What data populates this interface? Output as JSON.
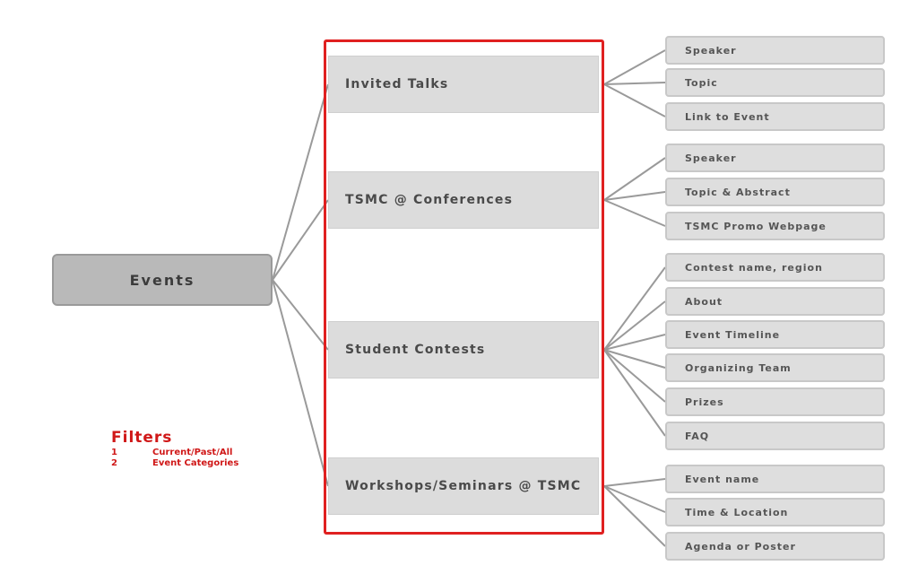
{
  "root": {
    "label": "Events"
  },
  "categories": [
    {
      "label": "Invited Talks",
      "children": [
        "Speaker",
        "Topic",
        "Link to Event"
      ]
    },
    {
      "label": "TSMC @ Conferences",
      "children": [
        "Speaker",
        "Topic & Abstract",
        "TSMC Promo Webpage"
      ]
    },
    {
      "label": "Student Contests",
      "children": [
        "Contest name, region",
        "About",
        "Event Timeline",
        "Organizing Team",
        "Prizes",
        "FAQ"
      ]
    },
    {
      "label": "Workshops/Seminars @ TSMC",
      "children": [
        "Event name",
        "Time & Location",
        "Agenda or Poster"
      ]
    }
  ],
  "filters": {
    "title": "Filters",
    "items": [
      {
        "num": "1",
        "text": "Current/Past/All"
      },
      {
        "num": "2",
        "text": "Event Categories"
      }
    ]
  },
  "colors": {
    "highlight": "#e02020",
    "filters_text": "#d01818",
    "root_fill": "#b9b9b9",
    "node_fill": "#dcdcdc",
    "connector": "#9a9a9a"
  }
}
